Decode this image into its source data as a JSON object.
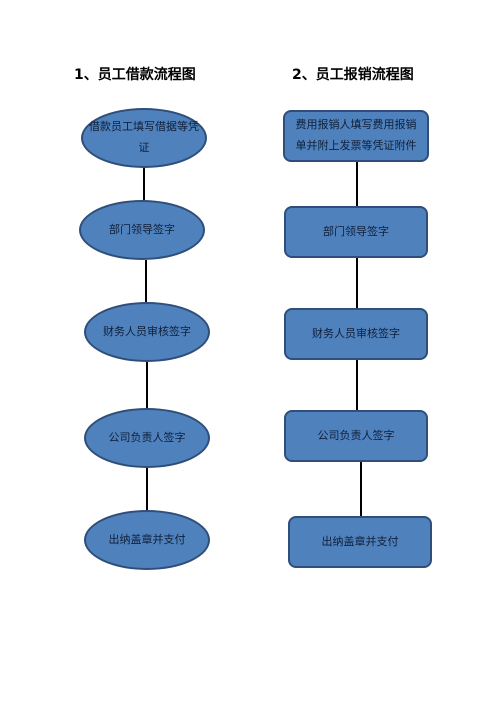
{
  "titles": {
    "loan": "1、员工借款流程图",
    "reimbursement": "2、员工报销流程图"
  },
  "loan_flow": [
    {
      "label": "借款员工填写借据等凭证"
    },
    {
      "label": "部门领导签字"
    },
    {
      "label": "财务人员审核签字"
    },
    {
      "label": "公司负责人签字"
    },
    {
      "label": "出纳盖章并支付"
    }
  ],
  "reimbursement_flow": [
    {
      "label": "费用报销人填写费用报销单并附上发票等凭证附件"
    },
    {
      "label": "部门领导签字"
    },
    {
      "label": "财务人员审核签字"
    },
    {
      "label": "公司负责人签字"
    },
    {
      "label": "出纳盖章并支付"
    }
  ],
  "colors": {
    "node_fill": "#4f81bd",
    "node_border": "#2f4f7a",
    "connector": "#000000"
  }
}
